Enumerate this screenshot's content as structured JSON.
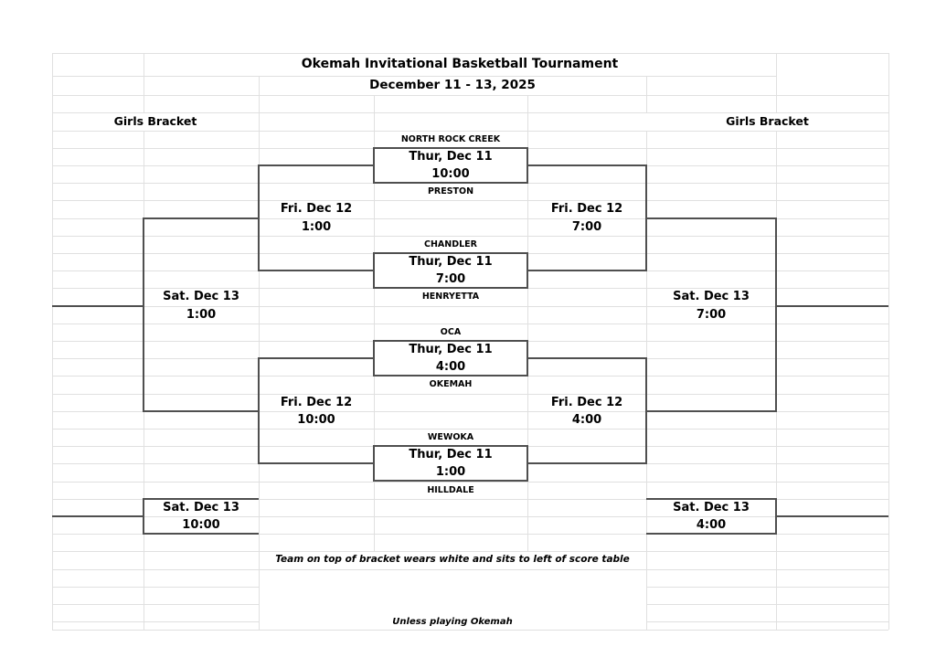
{
  "header": {
    "title": "Okemah Invitational Basketball Tournament",
    "subtitle": "December 11 - 13, 2025",
    "bracket_label_left": "Girls Bracket",
    "bracket_label_right": "Girls Bracket"
  },
  "first_round": [
    {
      "team_top": "NORTH ROCK CREEK",
      "team_bottom": "PRESTON",
      "day": "Thur, Dec 11",
      "time": "10:00"
    },
    {
      "team_top": "CHANDLER",
      "team_bottom": "HENRYETTA",
      "day": "Thur, Dec 11",
      "time": "7:00"
    },
    {
      "team_top": "OCA",
      "team_bottom": "OKEMAH",
      "day": "Thur, Dec 11",
      "time": "4:00"
    },
    {
      "team_top": "WEWOKA",
      "team_bottom": "HILLDALE",
      "day": "Thur, Dec 11",
      "time": "1:00"
    }
  ],
  "left_bracket": {
    "semi_top": {
      "day": "Fri. Dec 12",
      "time": "1:00"
    },
    "semi_bottom": {
      "day": "Fri. Dec 12",
      "time": "10:00"
    },
    "final_top": {
      "day": "Sat. Dec 13",
      "time": "1:00"
    },
    "final_bottom": {
      "day": "Sat. Dec 13",
      "time": "10:00"
    }
  },
  "right_bracket": {
    "semi_top": {
      "day": "Fri. Dec 12",
      "time": "7:00"
    },
    "semi_bottom": {
      "day": "Fri. Dec 12",
      "time": "4:00"
    },
    "final_top": {
      "day": "Sat. Dec 13",
      "time": "7:00"
    },
    "final_bottom": {
      "day": "Sat. Dec 13",
      "time": "4:00"
    }
  },
  "notes": {
    "dress_code": "Team on top of bracket wears white and sits to left of score table",
    "exception": "Unless playing Okemah"
  },
  "colors": {
    "grid_line": "#e0e0e0",
    "bracket_line": "#4f4f4f",
    "text": "#000000",
    "background": "#ffffff"
  }
}
